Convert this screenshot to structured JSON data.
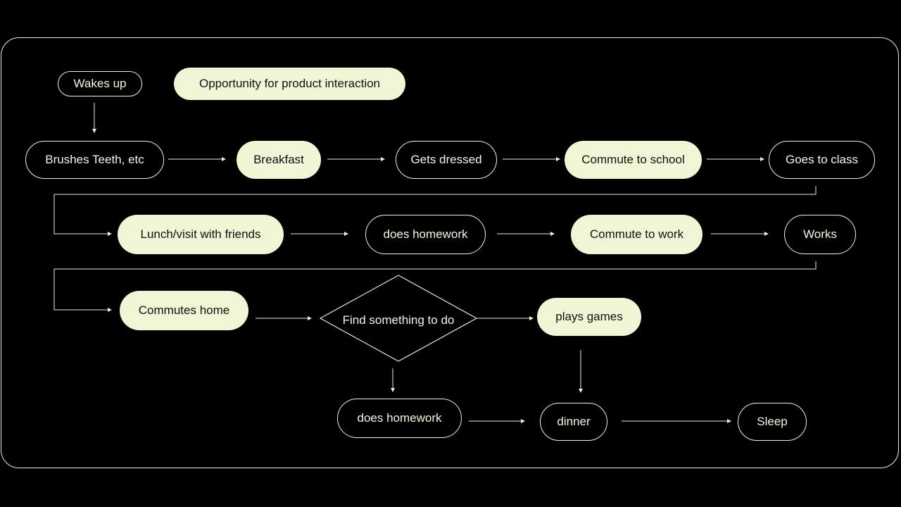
{
  "legend": {
    "label": "Opportunity for product interaction",
    "color": "#eef6d6"
  },
  "colors": {
    "background": "#000000",
    "stroke": "#e6efcf",
    "filled": "#eef6d6"
  },
  "nodes": {
    "wakes_up": "Wakes up",
    "brushes_teeth": "Brushes Teeth, etc",
    "breakfast": "Breakfast",
    "gets_dressed": "Gets dressed",
    "commute_to_school": "Commute to school",
    "goes_to_class": "Goes to class",
    "lunch_visit_with_friends": "Lunch/visit with friends",
    "does_homework_1": "does homework",
    "commute_to_work": "Commute to work",
    "works": "Works",
    "commutes_home": "Commutes home",
    "find_something_to_do": "Find something to do",
    "plays_games": "plays games",
    "does_homework_2": "does homework",
    "dinner": "dinner",
    "sleep": "Sleep"
  }
}
